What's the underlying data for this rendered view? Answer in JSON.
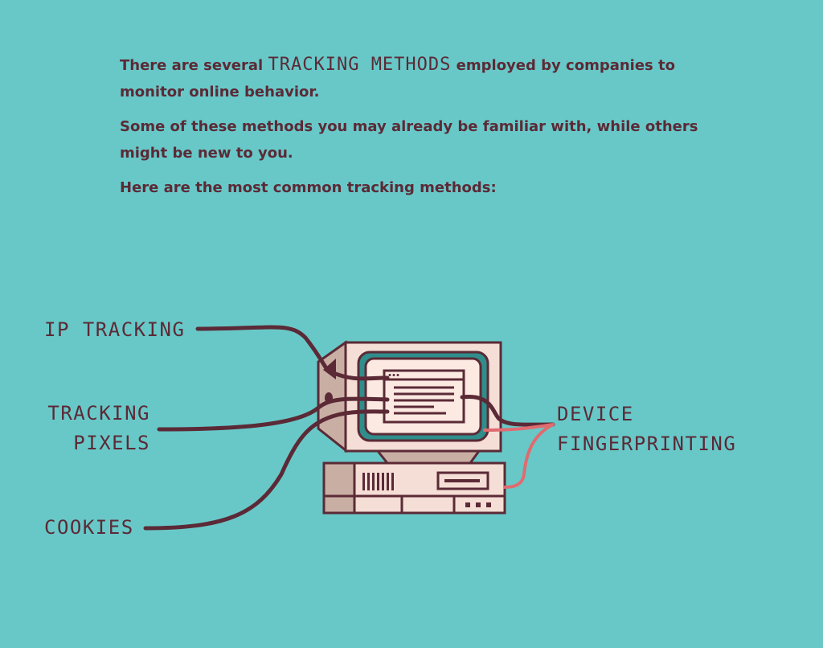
{
  "colors": {
    "background": "#68c8c8",
    "text": "#5b2a36",
    "cable": "#5b2a36",
    "cable_accent": "#e06b6f",
    "computer_body": "#f4ded6",
    "computer_shade": "#c9aea4",
    "screen_frame": "#2f8e8b",
    "screen": "#fbe9e2"
  },
  "intro": {
    "p1_before": "There are several ",
    "p1_term": "TRACKING METHODS",
    "p1_after": " employed by companies to monitor online behavior.",
    "p2": "Some of these methods you may already be familiar with, while others might be new to you.",
    "p3": "Here are the most common tracking methods:"
  },
  "diagram": {
    "labels": {
      "ip_tracking": "IP TRACKING",
      "tracking_pixels_line1": "TRACKING",
      "tracking_pixels_line2": "PIXELS",
      "cookies": "COOKIES",
      "device_fingerprinting_line1": "DEVICE",
      "device_fingerprinting_line2": "FINGERPRINTING"
    },
    "icons": {
      "computer": "retro-computer-icon",
      "monitor": "crt-monitor-icon",
      "tower": "desktop-tower-icon"
    }
  }
}
